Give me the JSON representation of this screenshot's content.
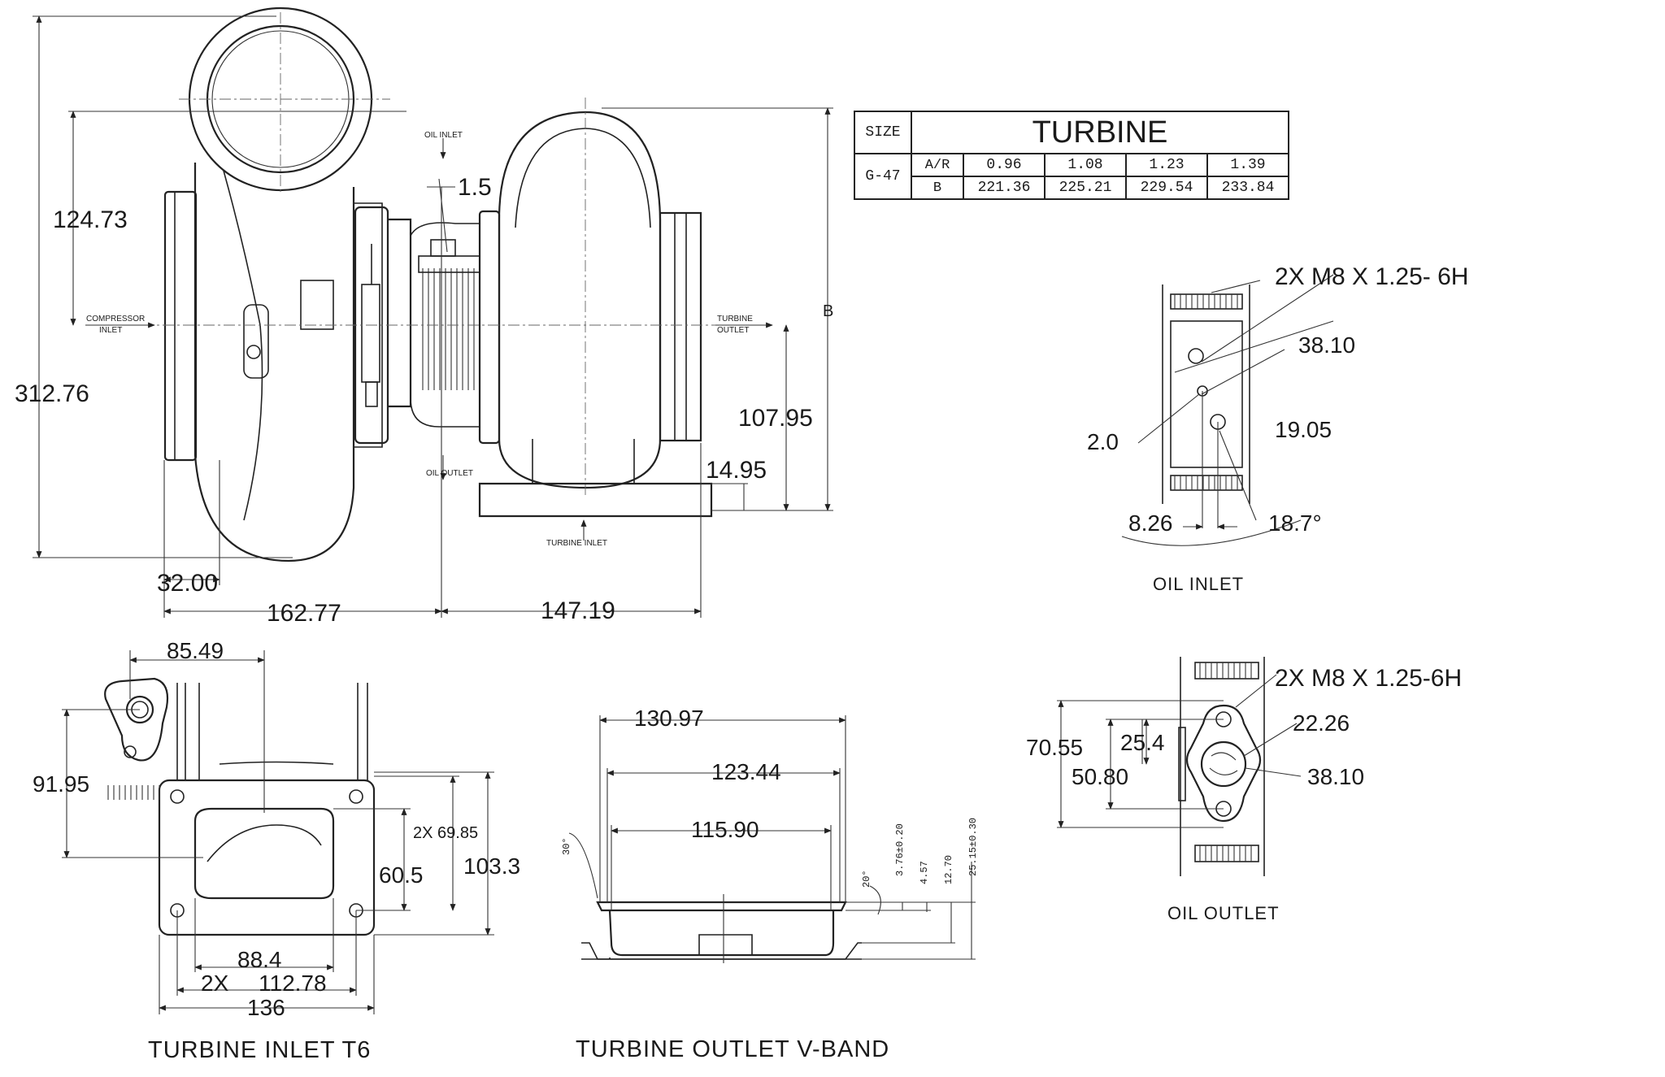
{
  "spec_table": {
    "size_header": "SIZE",
    "turbine_header": "TURBINE",
    "model": "G-47",
    "row_ar_label": "A/R",
    "row_b_label": "B",
    "ar_values": [
      "0.96",
      "1.08",
      "1.23",
      "1.39"
    ],
    "b_values": [
      "221.36",
      "225.21",
      "229.54",
      "233.84"
    ]
  },
  "main_view": {
    "dims": {
      "d124_73": "124.73",
      "d312_76": "312.76",
      "d32_00": "32.00",
      "d162_77": "162.77",
      "d147_19": "147.19",
      "d1_5": "1.5",
      "d107_95": "107.95",
      "d14_95": "14.95",
      "b": "B"
    },
    "labels": {
      "oil_inlet": "OIL INLET",
      "oil_outlet": "OIL OUTLET",
      "compressor_inlet_1": "COMPRESSOR",
      "compressor_inlet_2": "INLET",
      "turbine_outlet_1": "TURBINE",
      "turbine_outlet_2": "OUTLET",
      "turbine_inlet": "TURBINE INLET"
    }
  },
  "oil_inlet_view": {
    "thread": "2X M8 X 1.25- 6H",
    "d38_10": "38.10",
    "d19_05": "19.05",
    "d2_0": "2.0",
    "d8_26": "8.26",
    "angle": "18.7°",
    "caption": "OIL INLET"
  },
  "oil_outlet_view": {
    "thread": "2X M8 X 1.25-6H",
    "d22_26": "22.26",
    "d70_55": "70.55",
    "d25_4": "25.4",
    "d38_10": "38.10",
    "d50_80": "50.80",
    "caption": "OIL OUTLET"
  },
  "t6_view": {
    "d85_49": "85.49",
    "d91_95": "91.95",
    "d2x69_85": "2X 69.85",
    "d60_5": "60.5",
    "d103_3": "103.3",
    "d88_4": "88.4",
    "d2x": "2X",
    "d112_78": "112.78",
    "d136": "136",
    "caption": "TURBINE INLET T6"
  },
  "vband_view": {
    "d130_97": "130.97",
    "d123_44": "123.44",
    "d115_90": "115.90",
    "a30": "30°",
    "a20": "20°",
    "d3_76": "3.76±0.20",
    "d4_57": "4.57",
    "d12_70": "12.70",
    "d25_15": "25.15±0.30",
    "caption": "TURBINE OUTLET V-BAND"
  }
}
